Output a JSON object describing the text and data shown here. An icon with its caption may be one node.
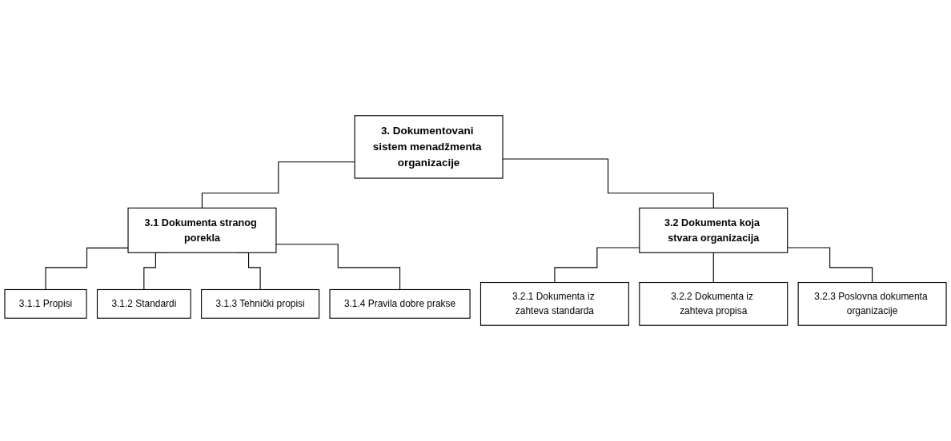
{
  "diagram": {
    "nodes": [
      {
        "text": [
          "3. Dokumentovani sistem menadžmenta organizacije"
        ]
      },
      {
        "text": [
          "3.1 Dokumenta stranog porekla"
        ]
      },
      {
        "text": [
          "3.2 Dokumenta koja stvara organizacija"
        ]
      },
      {
        "text": [
          "3.1.1 Propisi"
        ]
      },
      {
        "text": [
          "3.1.2 Standardi"
        ]
      },
      {
        "text": [
          "3.1.3 Tehnički propisi"
        ]
      },
      {
        "text": [
          "3.1.4 Pravila dobre prakse"
        ]
      },
      {
        "text": [
          "3.2.1 Dokumenta iz zahteva standarda"
        ]
      },
      {
        "text": [
          "3.2.2 Dokumenta iz zahteva propisa"
        ]
      },
      {
        "text": [
          "3.2.3 Poslovna dokumenta organizacije"
        ]
      }
    ],
    "edges": [
      {
        "from": 0,
        "to": 1,
        "arrow": "none"
      },
      {
        "from": 0,
        "to": 2,
        "arrow": "none"
      },
      {
        "from": 1,
        "to": 3,
        "arrow": "none"
      },
      {
        "from": 1,
        "to": 4,
        "arrow": "none"
      },
      {
        "from": 1,
        "to": 5,
        "arrow": "none"
      },
      {
        "from": 1,
        "to": 6,
        "arrow": "none"
      },
      {
        "from": 2,
        "to": 7,
        "arrow": "none"
      },
      {
        "from": 2,
        "to": 8,
        "arrow": "none"
      },
      {
        "from": 2,
        "to": 9,
        "arrow": "none"
      }
    ]
  }
}
